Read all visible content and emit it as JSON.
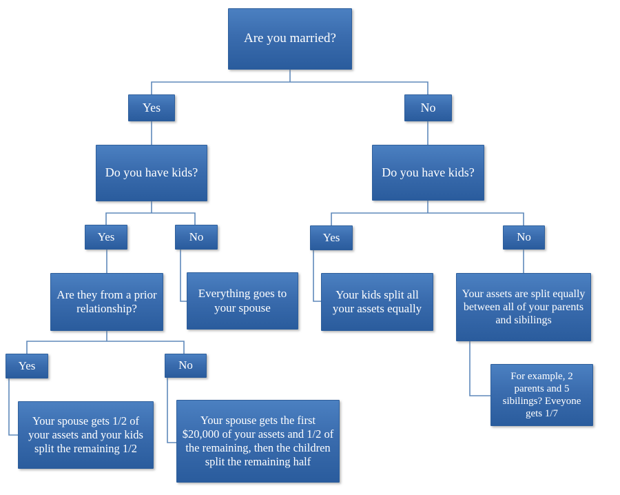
{
  "diagram": {
    "type": "decision-tree",
    "colors": {
      "box_gradient_top": "#4b80c1",
      "box_gradient_bottom": "#2a5c9d",
      "box_border": "#2d5e9b",
      "connector": "#5e88ba",
      "text": "#ffffff",
      "background": "#ffffff"
    },
    "nodes": [
      {
        "id": "are-you-married",
        "label": "Are you married?"
      },
      {
        "id": "married-yes",
        "label": "Yes"
      },
      {
        "id": "married-no",
        "label": "No"
      },
      {
        "id": "kids-question-married",
        "label": "Do you have kids?"
      },
      {
        "id": "kids-question-unmarried",
        "label": "Do you have kids?"
      },
      {
        "id": "married-kids-yes",
        "label": "Yes"
      },
      {
        "id": "married-kids-no",
        "label": "No"
      },
      {
        "id": "prior-relationship-question",
        "label": "Are they from a prior relationship?"
      },
      {
        "id": "everything-to-spouse",
        "label": "Everything goes to your spouse"
      },
      {
        "id": "unmarried-kids-yes",
        "label": "Yes"
      },
      {
        "id": "unmarried-kids-no",
        "label": "No"
      },
      {
        "id": "kids-split-assets",
        "label": "Your kids split all your assets equally"
      },
      {
        "id": "assets-split-parents-siblings",
        "label": "Your assets are split equally between all of your parents and sibilings"
      },
      {
        "id": "prior-yes",
        "label": "Yes"
      },
      {
        "id": "prior-no",
        "label": "No"
      },
      {
        "id": "spouse-half-kids-half",
        "label": "Your spouse gets 1/2 of your assets and your kids split the remaining 1/2"
      },
      {
        "id": "spouse-20000-first",
        "label": "Your spouse gets the first $20,000 of your assets and 1/2 of  the remaining, then the children split the remaining half"
      },
      {
        "id": "example-one-seventh",
        "label": "For example, 2 parents and 5 sibilings? Eveyone gets 1/7"
      }
    ],
    "edges": [
      {
        "from": "are-you-married",
        "to": "married-yes"
      },
      {
        "from": "are-you-married",
        "to": "married-no"
      },
      {
        "from": "married-yes",
        "to": "kids-question-married"
      },
      {
        "from": "married-no",
        "to": "kids-question-unmarried"
      },
      {
        "from": "kids-question-married",
        "to": "married-kids-yes"
      },
      {
        "from": "kids-question-married",
        "to": "married-kids-no"
      },
      {
        "from": "married-kids-yes",
        "to": "prior-relationship-question"
      },
      {
        "from": "married-kids-no",
        "to": "everything-to-spouse"
      },
      {
        "from": "kids-question-unmarried",
        "to": "unmarried-kids-yes"
      },
      {
        "from": "kids-question-unmarried",
        "to": "unmarried-kids-no"
      },
      {
        "from": "unmarried-kids-yes",
        "to": "kids-split-assets"
      },
      {
        "from": "unmarried-kids-no",
        "to": "assets-split-parents-siblings"
      },
      {
        "from": "prior-relationship-question",
        "to": "prior-yes"
      },
      {
        "from": "prior-relationship-question",
        "to": "prior-no"
      },
      {
        "from": "prior-yes",
        "to": "spouse-half-kids-half"
      },
      {
        "from": "prior-no",
        "to": "spouse-20000-first"
      },
      {
        "from": "assets-split-parents-siblings",
        "to": "example-one-seventh"
      }
    ]
  }
}
